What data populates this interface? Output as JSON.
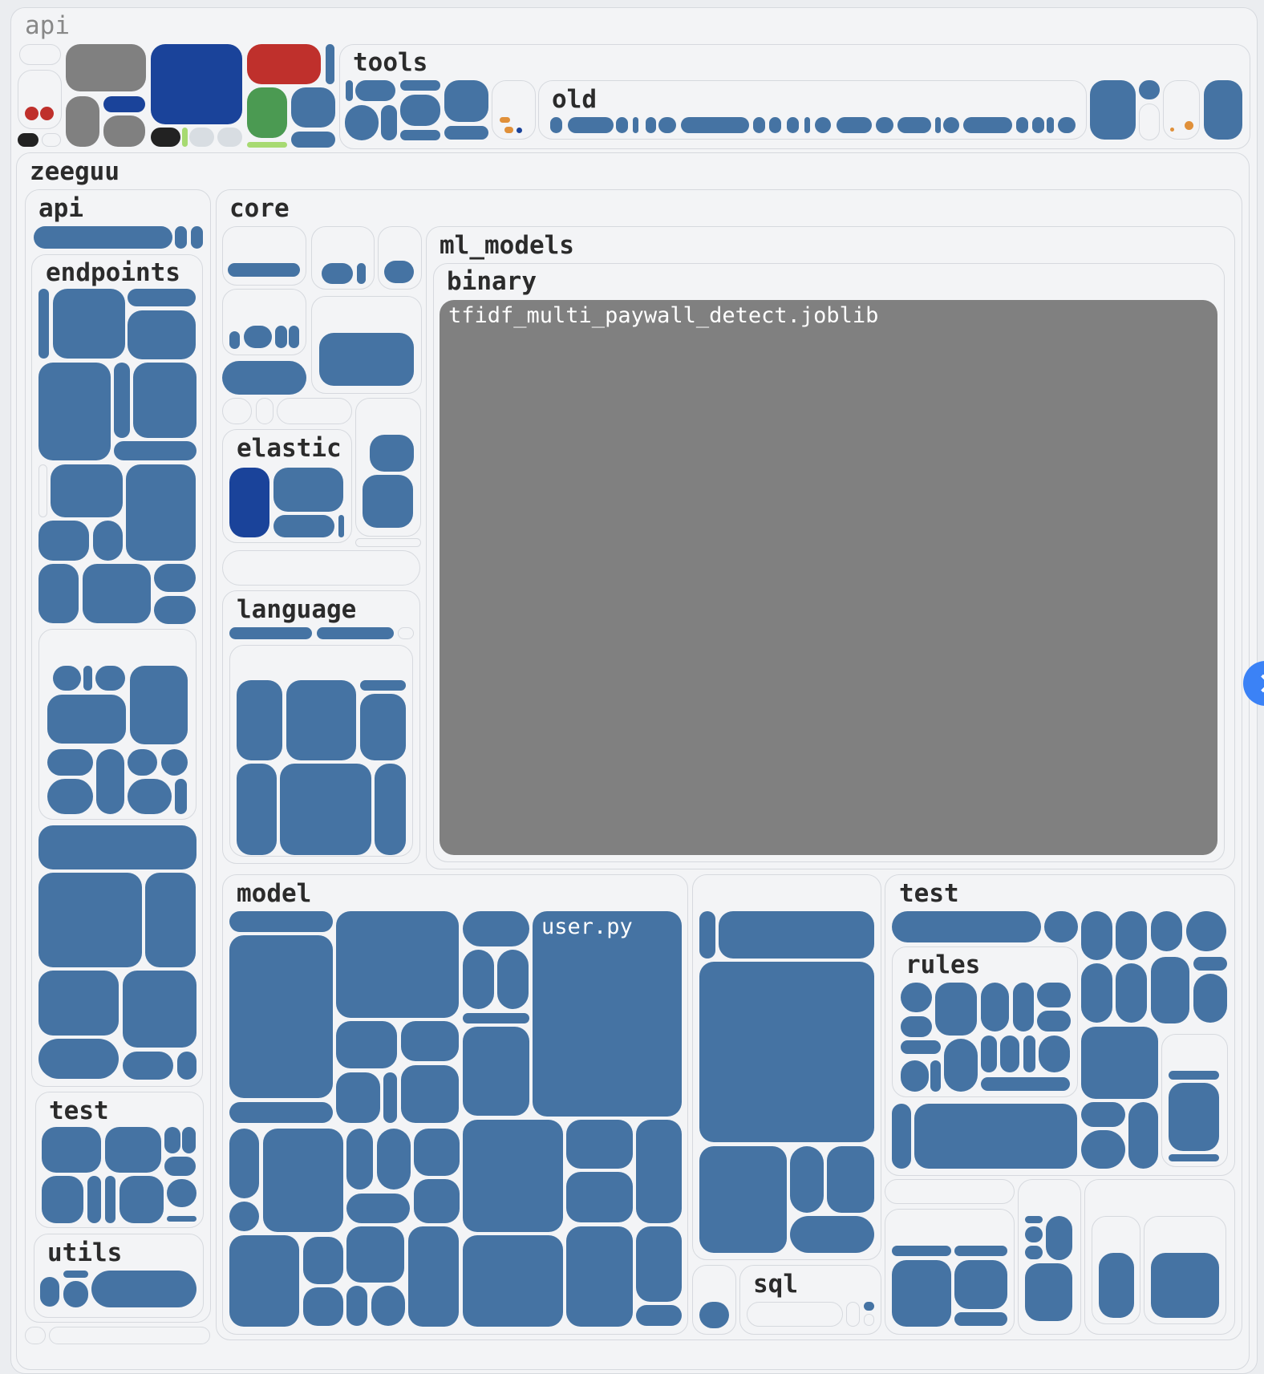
{
  "labels": {
    "root_api": "api",
    "tools": "tools",
    "old": "old",
    "zeeguu": "zeeguu",
    "zeeguu_api": "api",
    "endpoints": "endpoints",
    "test_api": "test",
    "utils": "utils",
    "core": "core",
    "elastic": "elastic",
    "language": "language",
    "model": "model",
    "sql": "sql",
    "test_core": "test",
    "rules": "rules",
    "ml_models": "ml_models",
    "binary": "binary"
  },
  "files": {
    "joblib": "tfidf_multi_paywall_detect.joblib",
    "user_py": "user.py"
  },
  "colors": {
    "python": "#4573a3",
    "binary": "#808080",
    "dark_blue": "#1a439a",
    "red": "#bf302c",
    "green": "#4b9a52",
    "orange": "#e0903a",
    "black": "#222222",
    "light_green": "#a7da72",
    "pale": "#d8dde2",
    "accent": "#3b82f6"
  },
  "expand_icon": "chevron-right-icon"
}
